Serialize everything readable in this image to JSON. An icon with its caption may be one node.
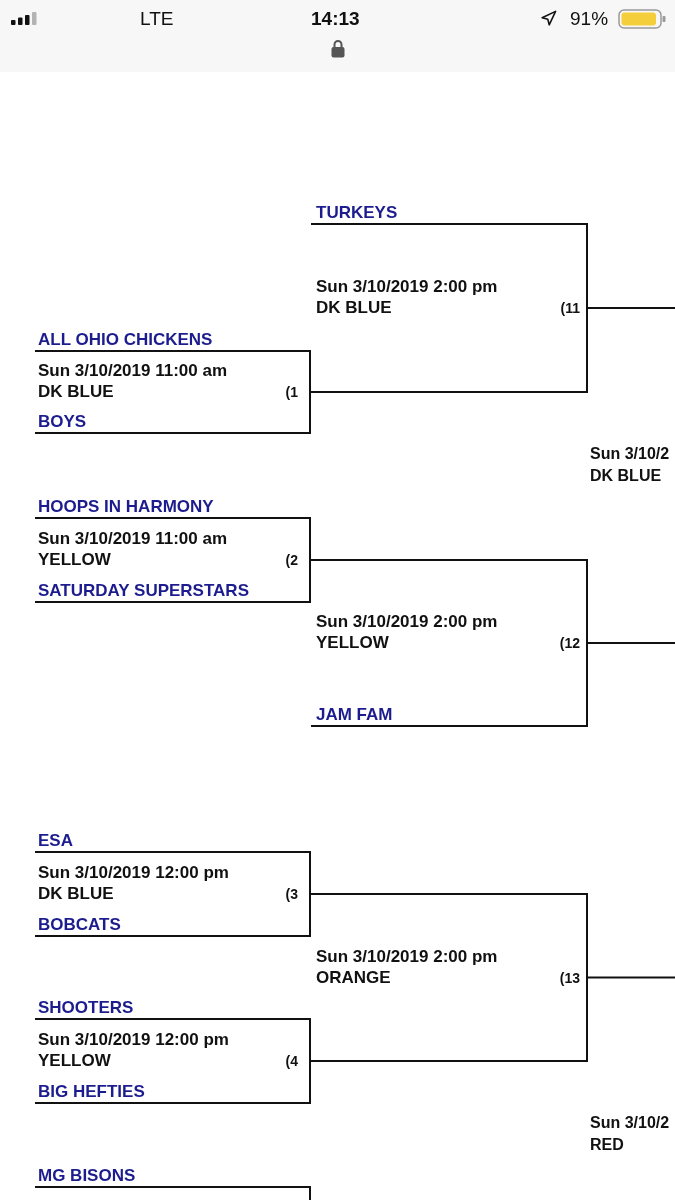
{
  "diagram": {
    "nodes": [
      {
        "text": [
          "TURKEYS",
          "Sun 3/10/2019 2:00 pm",
          "DK BLUE",
          "(11"
        ]
      },
      {
        "text": [
          "ALL OHIO CHICKENS",
          "Sun 3/10/2019 11:00 am",
          "DK BLUE",
          "(1",
          "BOYS"
        ]
      },
      {
        "text": [
          "HOOPS IN HARMONY",
          "Sun 3/10/2019 11:00 am",
          "YELLOW",
          "(2",
          "SATURDAY SUPERSTARS"
        ]
      },
      {
        "text": [
          "Sun 3/10/2019 2:00 pm",
          "YELLOW",
          "(12",
          "JAM FAM"
        ]
      },
      {
        "text": [
          "ESA",
          "Sun 3/10/2019 12:00 pm",
          "DK BLUE",
          "(3",
          "BOBCATS"
        ]
      },
      {
        "text": [
          "Sun 3/10/2019 2:00 pm",
          "ORANGE",
          "(13"
        ]
      },
      {
        "text": [
          "SHOOTERS",
          "Sun 3/10/2019 12:00 pm",
          "YELLOW",
          "(4",
          "BIG HEFTIES"
        ]
      },
      {
        "text": [
          "MG BISONS"
        ]
      }
    ],
    "edges": [
      {
        "from": 1,
        "to": 0,
        "arrow": "none"
      },
      {
        "from": 0,
        "to": null,
        "arrow": "none"
      },
      {
        "from": 2,
        "to": 3,
        "arrow": "none"
      },
      {
        "from": 3,
        "to": null,
        "arrow": "none"
      },
      {
        "from": 4,
        "to": 5,
        "arrow": "none"
      },
      {
        "from": 6,
        "to": 5,
        "arrow": "none"
      },
      {
        "from": 5,
        "to": null,
        "arrow": "none"
      }
    ],
    "labels": [
      "LTE",
      "14:13",
      "91%",
      "Sun 3/10/2",
      "DK BLUE",
      "Sun 3/10/2",
      "RED"
    ]
  }
}
